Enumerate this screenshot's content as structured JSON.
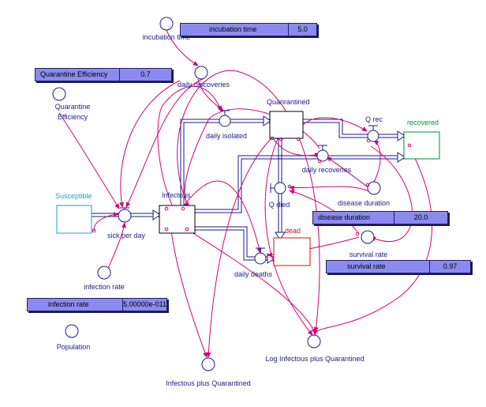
{
  "stocks": {
    "susceptible": "Susceptible",
    "infectous": "Infectous",
    "quarantined": "Quanrantined",
    "recovered": "recovered",
    "dead": "dead"
  },
  "flows": {
    "sick_per_day": "sick per day",
    "daily_isolated": "daily isolated",
    "q_rec": "Q rec",
    "daily_recoveries": "daily recoveries",
    "q_died": "Q died",
    "daily_deaths": "daily deaths"
  },
  "variables": {
    "incubation_time": "incubation time",
    "daily_discoveries": "daily discoveries",
    "quarantine_efficiency": "Quarantine Efficiency",
    "infection_rate": "infection rate",
    "population": "Population",
    "disease_duration": "disease duration",
    "survival_rate": "survival rate",
    "log_infectous_plus_quarantined": "Log Infectous plus Quarantined",
    "infectous_plus_quarantined": "Infectous plus Quarantined"
  },
  "panels": {
    "incubation_time": {
      "name": "incubation time",
      "value": "5.0"
    },
    "quarantine_efficiency": {
      "name": "Quarantine Efficiency",
      "value": "0.7"
    },
    "disease_duration": {
      "name": "disease duration",
      "value": "20.0"
    },
    "survival_rate": {
      "name": "survival rate",
      "value": "0.97"
    },
    "infection_rate": {
      "name": "infection rate",
      "value": "5.00000e-011"
    }
  },
  "colors": {
    "link": "#d6007a",
    "pipe": "#1a1a8c",
    "stock": "#000000",
    "recovered_stock": "#0a8a3a",
    "dead_stock": "#d01010",
    "susceptible_stock": "#1aa0c8",
    "panel_fill": "#8b8bef"
  }
}
